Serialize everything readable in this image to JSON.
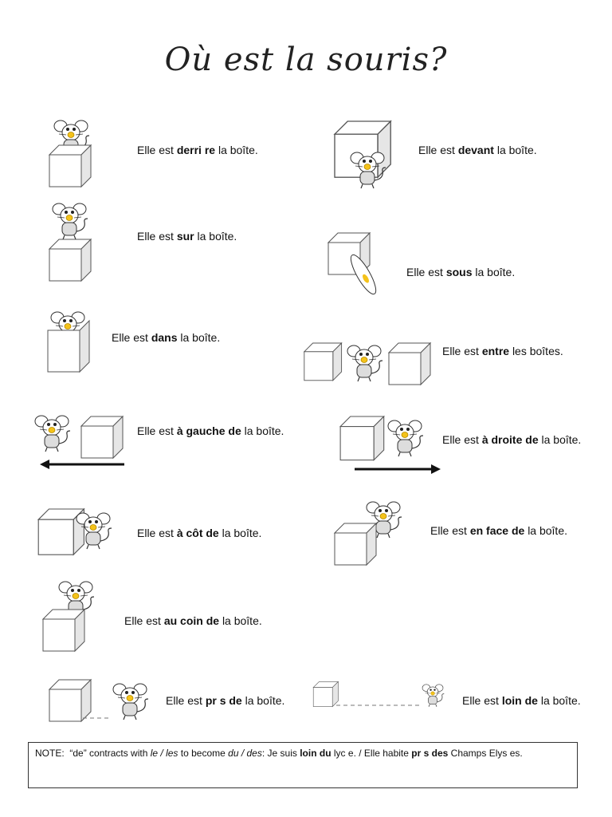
{
  "title": "Où est la souris?",
  "prefix": "Elle est",
  "items": [
    {
      "id": "derriere",
      "prep": "derri  re",
      "suffix": "la boîte."
    },
    {
      "id": "devant",
      "prep": "devant",
      "suffix": "la boîte."
    },
    {
      "id": "sur",
      "prep": "sur",
      "suffix": "la boîte."
    },
    {
      "id": "sous",
      "prep": "sous",
      "suffix": "la boîte."
    },
    {
      "id": "dans",
      "prep": "dans",
      "suffix": "la boîte."
    },
    {
      "id": "entre",
      "prep": "entre",
      "suffix": "les boîtes."
    },
    {
      "id": "gauche",
      "prep": "à gauche de",
      "suffix": "la boîte."
    },
    {
      "id": "droite",
      "prep": "à droite de",
      "suffix": "la boîte."
    },
    {
      "id": "cote",
      "prep": "à côt   de",
      "suffix": "la boîte."
    },
    {
      "id": "face",
      "prep": "en face de",
      "suffix": "la boîte."
    },
    {
      "id": "coin",
      "prep": "au coin de",
      "suffix": "la boîte."
    },
    {
      "id": "pres",
      "prep": "pr  s de",
      "suffix": "la boîte."
    },
    {
      "id": "loin",
      "prep": "loin de",
      "suffix": "la boîte."
    }
  ],
  "note": {
    "label": "NOTE:",
    "part1": "“de” contracts with",
    "italic1": "le / les",
    "part2": "to become",
    "italic2": "du / des",
    "part3": ":   Je suis",
    "bold1": "loin du",
    "part4": "lyc  e.  /  Elle habite",
    "bold2": "pr  s des",
    "part5": "Champs Elys  es."
  }
}
